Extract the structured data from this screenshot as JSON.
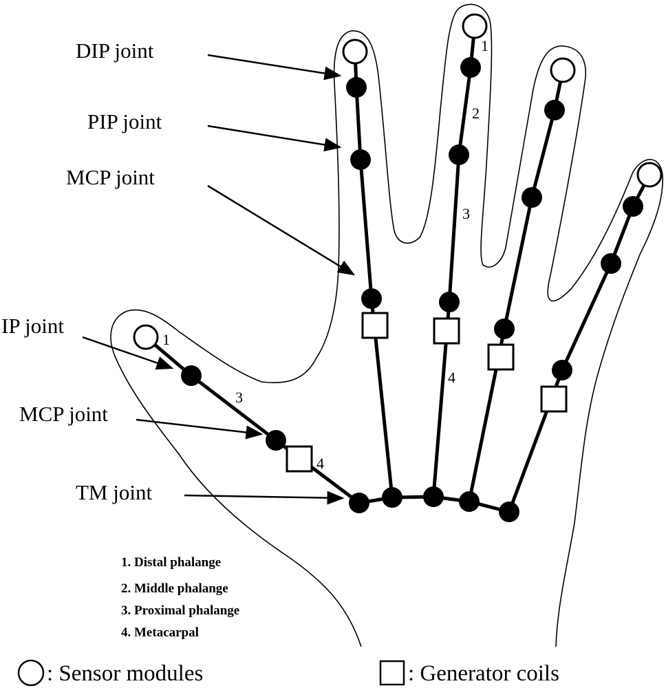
{
  "joint_labels": {
    "dip": "DIP joint",
    "pip": "PIP joint",
    "mcp_finger": "MCP joint",
    "ip": "IP joint",
    "mcp_thumb": "MCP joint",
    "tm": "TM joint"
  },
  "segment_numbers": {
    "thumb_distal": "1",
    "thumb_proximal": "3",
    "thumb_metacarpal": "4",
    "middle_distal": "1",
    "middle_middle": "2",
    "middle_proximal": "3",
    "middle_metacarpal": "4"
  },
  "legend": {
    "item1": "1. Distal phalange",
    "item2": "2. Middle phalange",
    "item3": "3. Proximal phalange",
    "item4": "4. Metacarpal"
  },
  "key": {
    "sensor": ": Sensor modules",
    "generator": ": Generator coils"
  }
}
